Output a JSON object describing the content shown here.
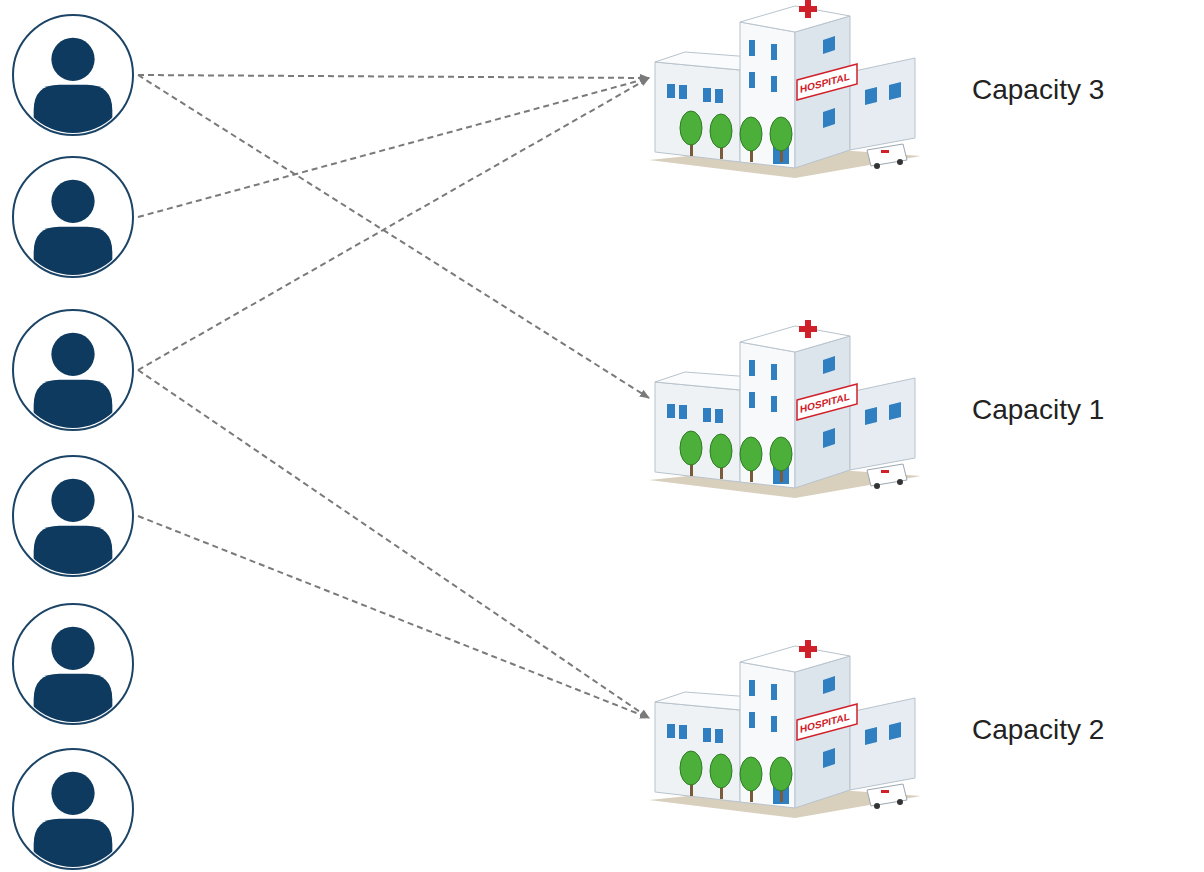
{
  "diagram": {
    "nodes": [
      {
        "text": []
      },
      {
        "text": []
      },
      {
        "text": []
      },
      {
        "text": []
      },
      {
        "text": []
      },
      {
        "text": []
      },
      {
        "text": [
          "HOSPITAL",
          "Capacity 3"
        ]
      },
      {
        "text": [
          "HOSPITAL",
          "Capacity 1"
        ]
      },
      {
        "text": [
          "HOSPITAL",
          "Capacity 2"
        ]
      }
    ],
    "edges": [
      {
        "from": 0,
        "to": 6,
        "arrow": "to"
      },
      {
        "from": 0,
        "to": 7,
        "arrow": "to"
      },
      {
        "from": 1,
        "to": 6,
        "arrow": "to"
      },
      {
        "from": 2,
        "to": 6,
        "arrow": "to"
      },
      {
        "from": 2,
        "to": 8,
        "arrow": "to"
      },
      {
        "from": 3,
        "to": 8,
        "arrow": "to"
      }
    ]
  }
}
